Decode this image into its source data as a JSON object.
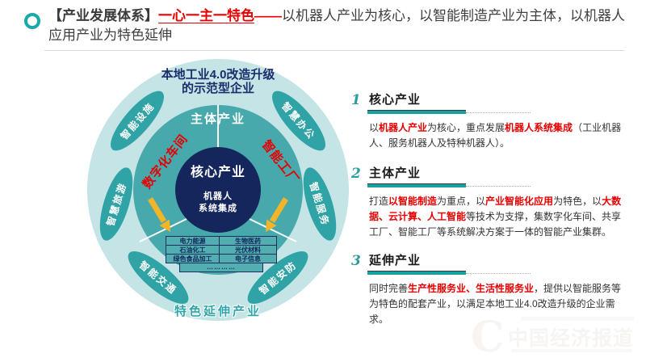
{
  "header": {
    "segments": [
      {
        "t": "【产业发展体系】",
        "c": "strong"
      },
      {
        "t": "一心一主一特色",
        "c": "red-u"
      },
      {
        "t": "——",
        "c": "red"
      },
      {
        "t": "以机器人产业为核心，以智能制造产业为主体，以机器人应用产业为特色延伸",
        "c": ""
      }
    ]
  },
  "diagram": {
    "outer_title_line1": "本地工业4.0改造升级",
    "outer_title_line2": "的示范型企业",
    "ring_label": "主体产业",
    "core_title": "核心产业",
    "core_sub_line1": "机器人",
    "core_sub_line2": "系统集成",
    "rotated_label_left": "数字化车间",
    "rotated_label_right": "智能工厂",
    "ellipses": [
      "智能设施",
      "智慧办公",
      "智慧旅游",
      "智能服务",
      "智能交通",
      "智能安防"
    ],
    "table": {
      "rows": [
        [
          "电力能源",
          "生物医药"
        ],
        [
          "石油化工",
          "光伏材料"
        ],
        [
          "绿色食品加工",
          "电子信息"
        ]
      ],
      "more": "…………"
    },
    "bottom_label": "特色延伸产业"
  },
  "sections": [
    {
      "num": "1",
      "title": "核心产业",
      "segments": [
        {
          "t": "以",
          "c": ""
        },
        {
          "t": "机器人产业",
          "c": "red"
        },
        {
          "t": "为核心，重点发展",
          "c": ""
        },
        {
          "t": "机器人系统集成",
          "c": "red"
        },
        {
          "t": "（工业机器人、服务机器人及特种机器人）。",
          "c": ""
        }
      ]
    },
    {
      "num": "2",
      "title": "主体产业",
      "segments": [
        {
          "t": "打造",
          "c": ""
        },
        {
          "t": "以智能制造",
          "c": "red"
        },
        {
          "t": "为重点，以",
          "c": ""
        },
        {
          "t": "产业智能化应用",
          "c": "red"
        },
        {
          "t": "为特色，以",
          "c": ""
        },
        {
          "t": "大数据、云计算、人工智能",
          "c": "red"
        },
        {
          "t": "等技术为支撑，集数字化车间、共享工厂、智能工厂等系统解决方案于一体的智能产业集群。",
          "c": ""
        }
      ]
    },
    {
      "num": "3",
      "title": "延伸产业",
      "segments": [
        {
          "t": "同时完善",
          "c": ""
        },
        {
          "t": "生产性服务业、生活性服务业",
          "c": "red"
        },
        {
          "t": "，提供以智能服务等为特色的配套产业，以满足本地工业4.0改造升级的企业需求。",
          "c": ""
        }
      ]
    }
  ],
  "watermark": {
    "text": "中国经济报道",
    "logo": "C"
  },
  "colors": {
    "accent_teal": "#1ba8a8",
    "ring_teal": "#47a9ac",
    "ellipse_teal": "#2fa3a6",
    "pale_teal": "#c5e4e5",
    "navy": "#15265c",
    "red": "#e60000",
    "arrow_yellow": "#f3b428"
  }
}
